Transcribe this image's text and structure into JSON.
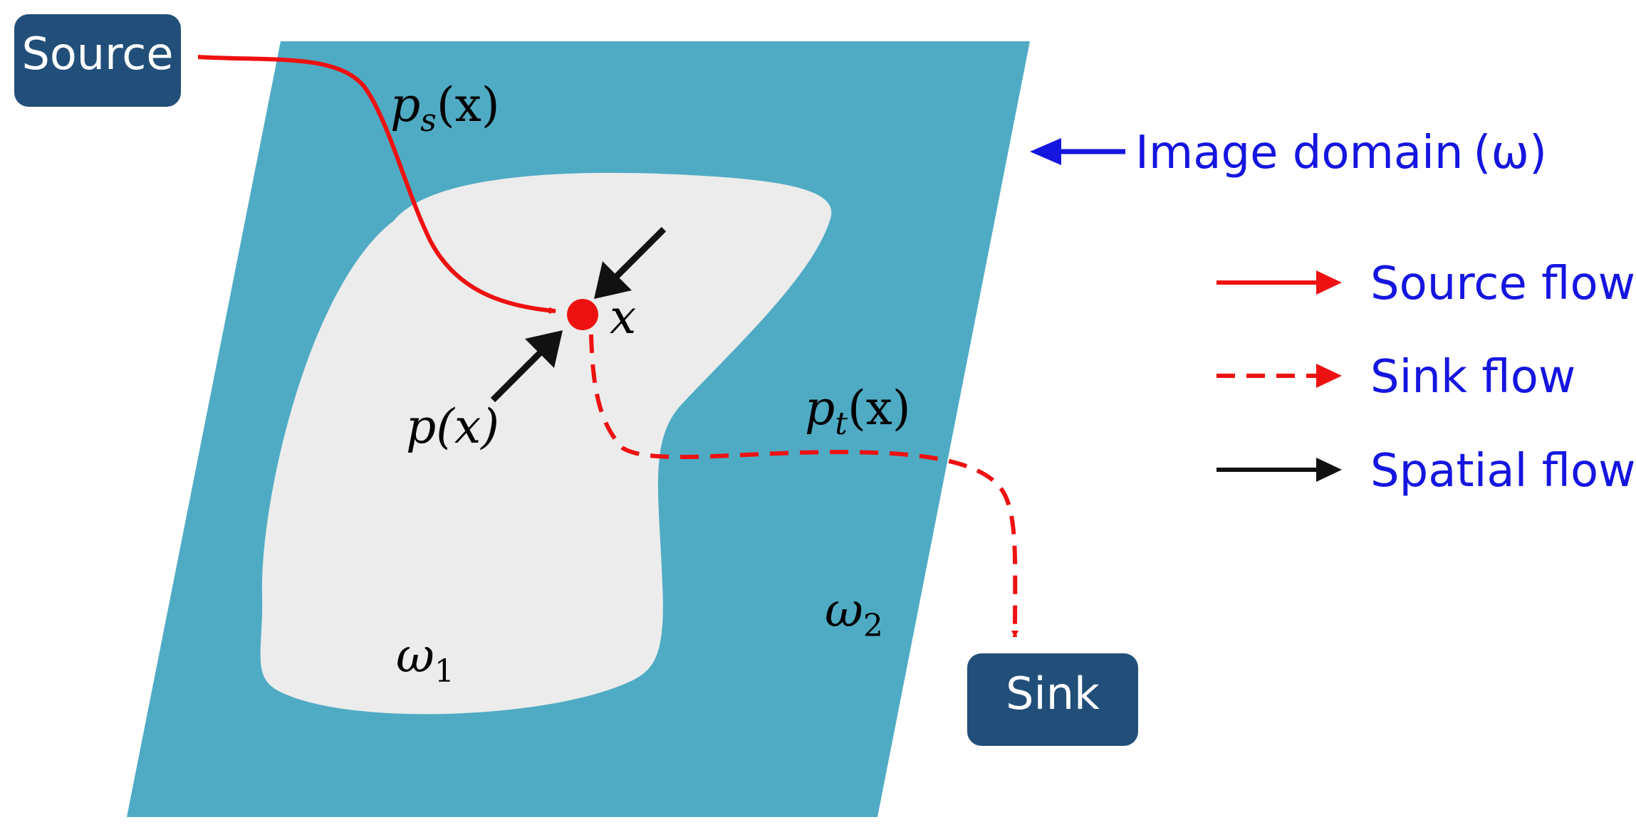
{
  "nodes": {
    "source": "Source",
    "sink": "Sink"
  },
  "labels": {
    "source_capacity": {
      "main": "p",
      "sub": "s",
      "arg": "(x)"
    },
    "sink_capacity": {
      "main": "p",
      "sub": "t",
      "arg": "(x)"
    },
    "spatial_capacity": "p(x)",
    "point": "x",
    "region_inner": {
      "main": "ω",
      "sub": "1"
    },
    "region_outer": {
      "main": "ω",
      "sub": "2"
    }
  },
  "image_domain": {
    "label": "Image domain",
    "symbol": "(ω)"
  },
  "legend": {
    "items": [
      {
        "label": "Source flow",
        "style": "solid",
        "color": "#ee1111"
      },
      {
        "label": "Sink flow",
        "style": "dashed",
        "color": "#ee1111"
      },
      {
        "label": "Spatial flow",
        "style": "solid",
        "color": "#111111"
      }
    ]
  },
  "colors": {
    "domain": "#4fabc4",
    "region": "#ececec",
    "node": "#214f79",
    "flow": "#ee1111",
    "spatial": "#111111",
    "legend_text": "#1515e0"
  }
}
